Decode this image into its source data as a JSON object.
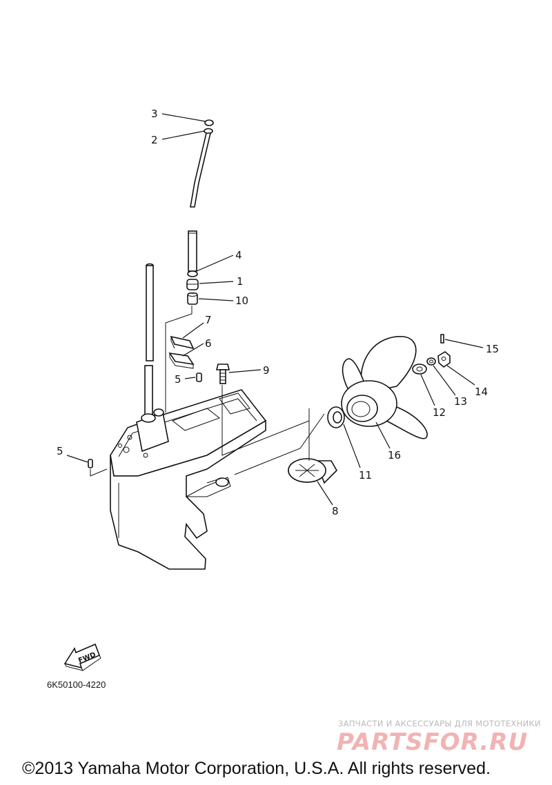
{
  "diagram": {
    "callouts": [
      {
        "id": "c3",
        "label": "3"
      },
      {
        "id": "c2",
        "label": "2"
      },
      {
        "id": "c4",
        "label": "4"
      },
      {
        "id": "c1",
        "label": "1"
      },
      {
        "id": "c10",
        "label": "10"
      },
      {
        "id": "c7",
        "label": "7"
      },
      {
        "id": "c6",
        "label": "6"
      },
      {
        "id": "c9",
        "label": "9"
      },
      {
        "id": "c5a",
        "label": "5"
      },
      {
        "id": "c5b",
        "label": "5"
      },
      {
        "id": "c15",
        "label": "15"
      },
      {
        "id": "c14",
        "label": "14"
      },
      {
        "id": "c13",
        "label": "13"
      },
      {
        "id": "c12",
        "label": "12"
      },
      {
        "id": "c16",
        "label": "16"
      },
      {
        "id": "c11",
        "label": "11"
      },
      {
        "id": "c8",
        "label": "8"
      }
    ],
    "fwd_label": "FWD",
    "drawing_code": "6K50100-4220"
  },
  "watermark": {
    "tagline": "ЗАПЧАСТИ И АКСЕССУАРЫ ДЛЯ МОТОТЕХНИКИ",
    "brand": "PARTSFOR.RU"
  },
  "footer": {
    "copyright": "©2013 Yamaha Motor Corporation, U.S.A. All rights reserved."
  }
}
